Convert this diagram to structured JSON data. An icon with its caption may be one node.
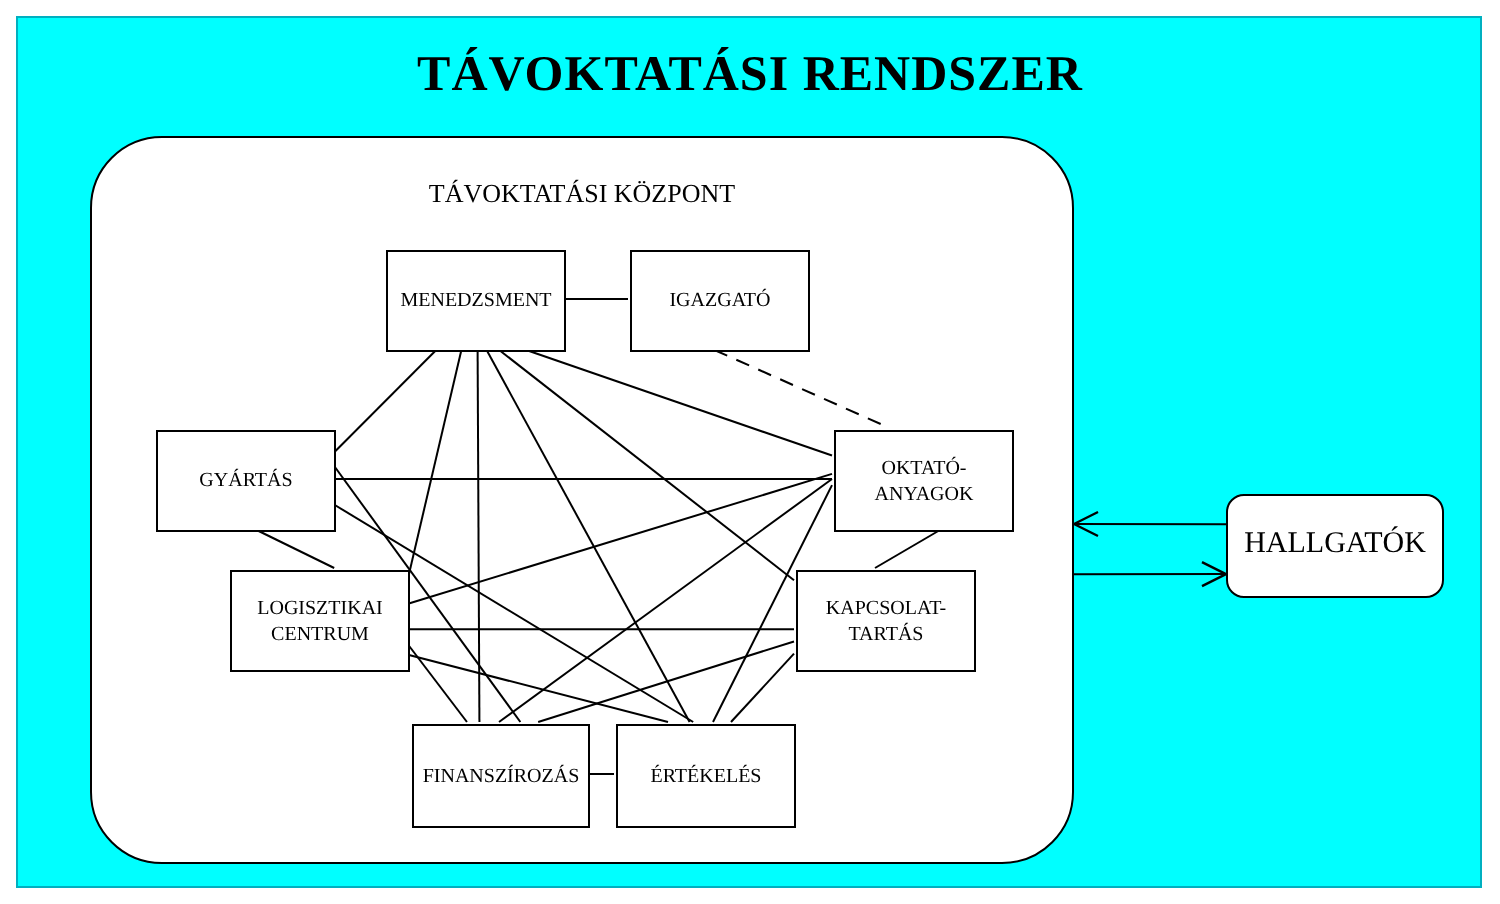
{
  "diagram": {
    "title": "TÁVOKTATÁSI RENDSZER",
    "nodes": [
      {
        "text": [
          "TÁVOKTATÁSI KÖZPONT"
        ]
      },
      {
        "text": [
          "MENEDZSMENT"
        ],
        "in": 0
      },
      {
        "text": [
          "IGAZGATÓ"
        ],
        "in": 0
      },
      {
        "text": [
          "GYÁRTÁS"
        ],
        "in": 0
      },
      {
        "text": [
          "OKTATÓ- ANYAGOK"
        ],
        "in": 0
      },
      {
        "text": [
          "LOGISZTIKAI CENTRUM"
        ],
        "in": 0
      },
      {
        "text": [
          "KAPCSOLAT- TARTÁS"
        ],
        "in": 0
      },
      {
        "text": [
          "FINANSZÍROZÁS"
        ],
        "in": 0
      },
      {
        "text": [
          "ÉRTÉKELÉS"
        ],
        "in": 0
      },
      {
        "text": [
          "HALLGATÓK"
        ]
      }
    ],
    "edges": [
      {
        "from": 1,
        "to": 2,
        "arrow": "none"
      },
      {
        "from": 2,
        "to": 4,
        "arrow": "none",
        "style": "dashed"
      },
      {
        "from": 1,
        "to": 3,
        "arrow": "none"
      },
      {
        "from": 1,
        "to": 4,
        "arrow": "none"
      },
      {
        "from": 1,
        "to": 5,
        "arrow": "none"
      },
      {
        "from": 1,
        "to": 7,
        "arrow": "none"
      },
      {
        "from": 1,
        "to": 8,
        "arrow": "none"
      },
      {
        "from": 1,
        "to": 6,
        "arrow": "none"
      },
      {
        "from": 3,
        "to": 4,
        "arrow": "none"
      },
      {
        "from": 3,
        "to": 5,
        "arrow": "none"
      },
      {
        "from": 3,
        "to": 7,
        "arrow": "none"
      },
      {
        "from": 3,
        "to": 8,
        "arrow": "none"
      },
      {
        "from": 5,
        "to": 4,
        "arrow": "none"
      },
      {
        "from": 5,
        "to": 6,
        "arrow": "none"
      },
      {
        "from": 5,
        "to": 7,
        "arrow": "none"
      },
      {
        "from": 5,
        "to": 8,
        "arrow": "none"
      },
      {
        "from": 4,
        "to": 7,
        "arrow": "none"
      },
      {
        "from": 4,
        "to": 8,
        "arrow": "none"
      },
      {
        "from": 4,
        "to": 6,
        "arrow": "none"
      },
      {
        "from": 6,
        "to": 7,
        "arrow": "none"
      },
      {
        "from": 6,
        "to": 8,
        "arrow": "none"
      },
      {
        "from": 7,
        "to": 8,
        "arrow": "none"
      },
      {
        "from": 9,
        "to": 0,
        "arrow": "to"
      },
      {
        "from": 0,
        "to": 9,
        "arrow": "to"
      }
    ]
  }
}
